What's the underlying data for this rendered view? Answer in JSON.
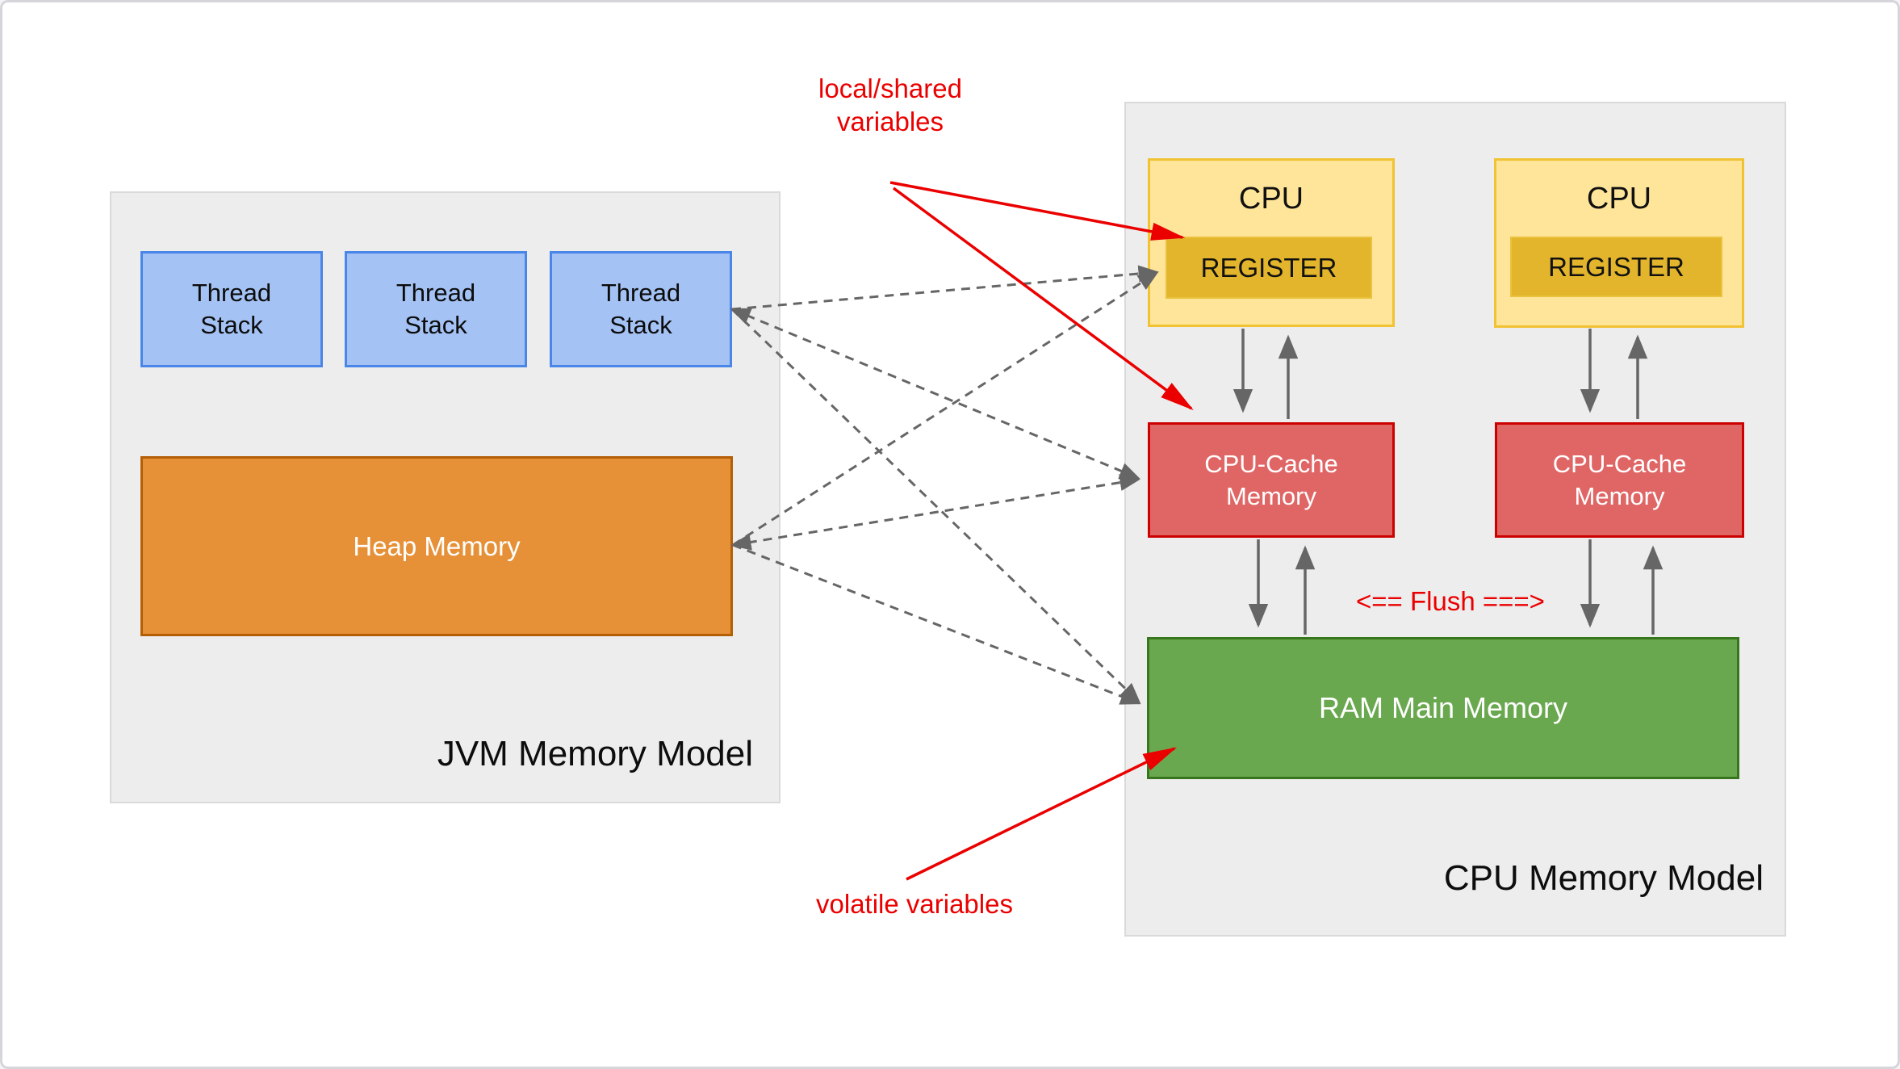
{
  "jvm_model": {
    "title": "JVM Memory Model",
    "thread_stacks": [
      {
        "label": "Thread\nStack"
      },
      {
        "label": "Thread\nStack"
      },
      {
        "label": "Thread\nStack"
      }
    ],
    "heap": {
      "label": "Heap Memory"
    }
  },
  "cpu_model": {
    "title": "CPU Memory Model",
    "cpus": [
      {
        "label": "CPU",
        "register": "REGISTER",
        "cache": "CPU-Cache\nMemory"
      },
      {
        "label": "CPU",
        "register": "REGISTER",
        "cache": "CPU-Cache\nMemory"
      }
    ],
    "ram": {
      "label": "RAM Main Memory"
    }
  },
  "annotations": {
    "local_shared_variables": "local/shared\nvariables",
    "volatile_variables": "volatile variables",
    "flush": "<== Flush ===>"
  },
  "colors": {
    "annotation_red": "#eb0000",
    "arrow_gray": "#666666",
    "panel_gray": "#ededee",
    "thread_stack_fill": "#a4c2f4",
    "thread_stack_border": "#4a86e8",
    "heap_fill": "#e69138",
    "heap_border": "#b45f06",
    "cpu_fill": "#ffe599",
    "cpu_border": "#f1c232",
    "register_fill": "#e2b52c",
    "cache_fill": "#e06666",
    "cache_border": "#cc0000",
    "ram_fill": "#6aa84f",
    "ram_border": "#38761d"
  }
}
